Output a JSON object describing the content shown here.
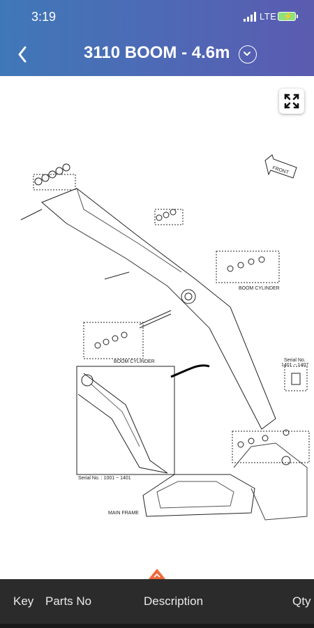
{
  "status_bar": {
    "time": "3:19",
    "network": "LTE"
  },
  "header": {
    "title": "3110 BOOM - 4.6m"
  },
  "diagram": {
    "labels": {
      "front": "FRONT",
      "boom_cylinder_1": "BOOM CYLINDER",
      "boom_cylinder_2": "BOOM CYLINDER",
      "serial_right": "Serial No.",
      "serial_right_range": "1401 ~ 1407",
      "serial_bottom": "Serial No. : 1001 ~ 1401",
      "main_frame": "MAIN FRAME"
    }
  },
  "table_header": {
    "key": "Key",
    "parts_no": "Parts No",
    "description": "Description",
    "qty": "Qty"
  },
  "colors": {
    "accent": "#ef6a3a",
    "header_start": "#3f78b8",
    "header_end": "#5b5bb0",
    "bottom_bar": "#2b2b2b"
  }
}
